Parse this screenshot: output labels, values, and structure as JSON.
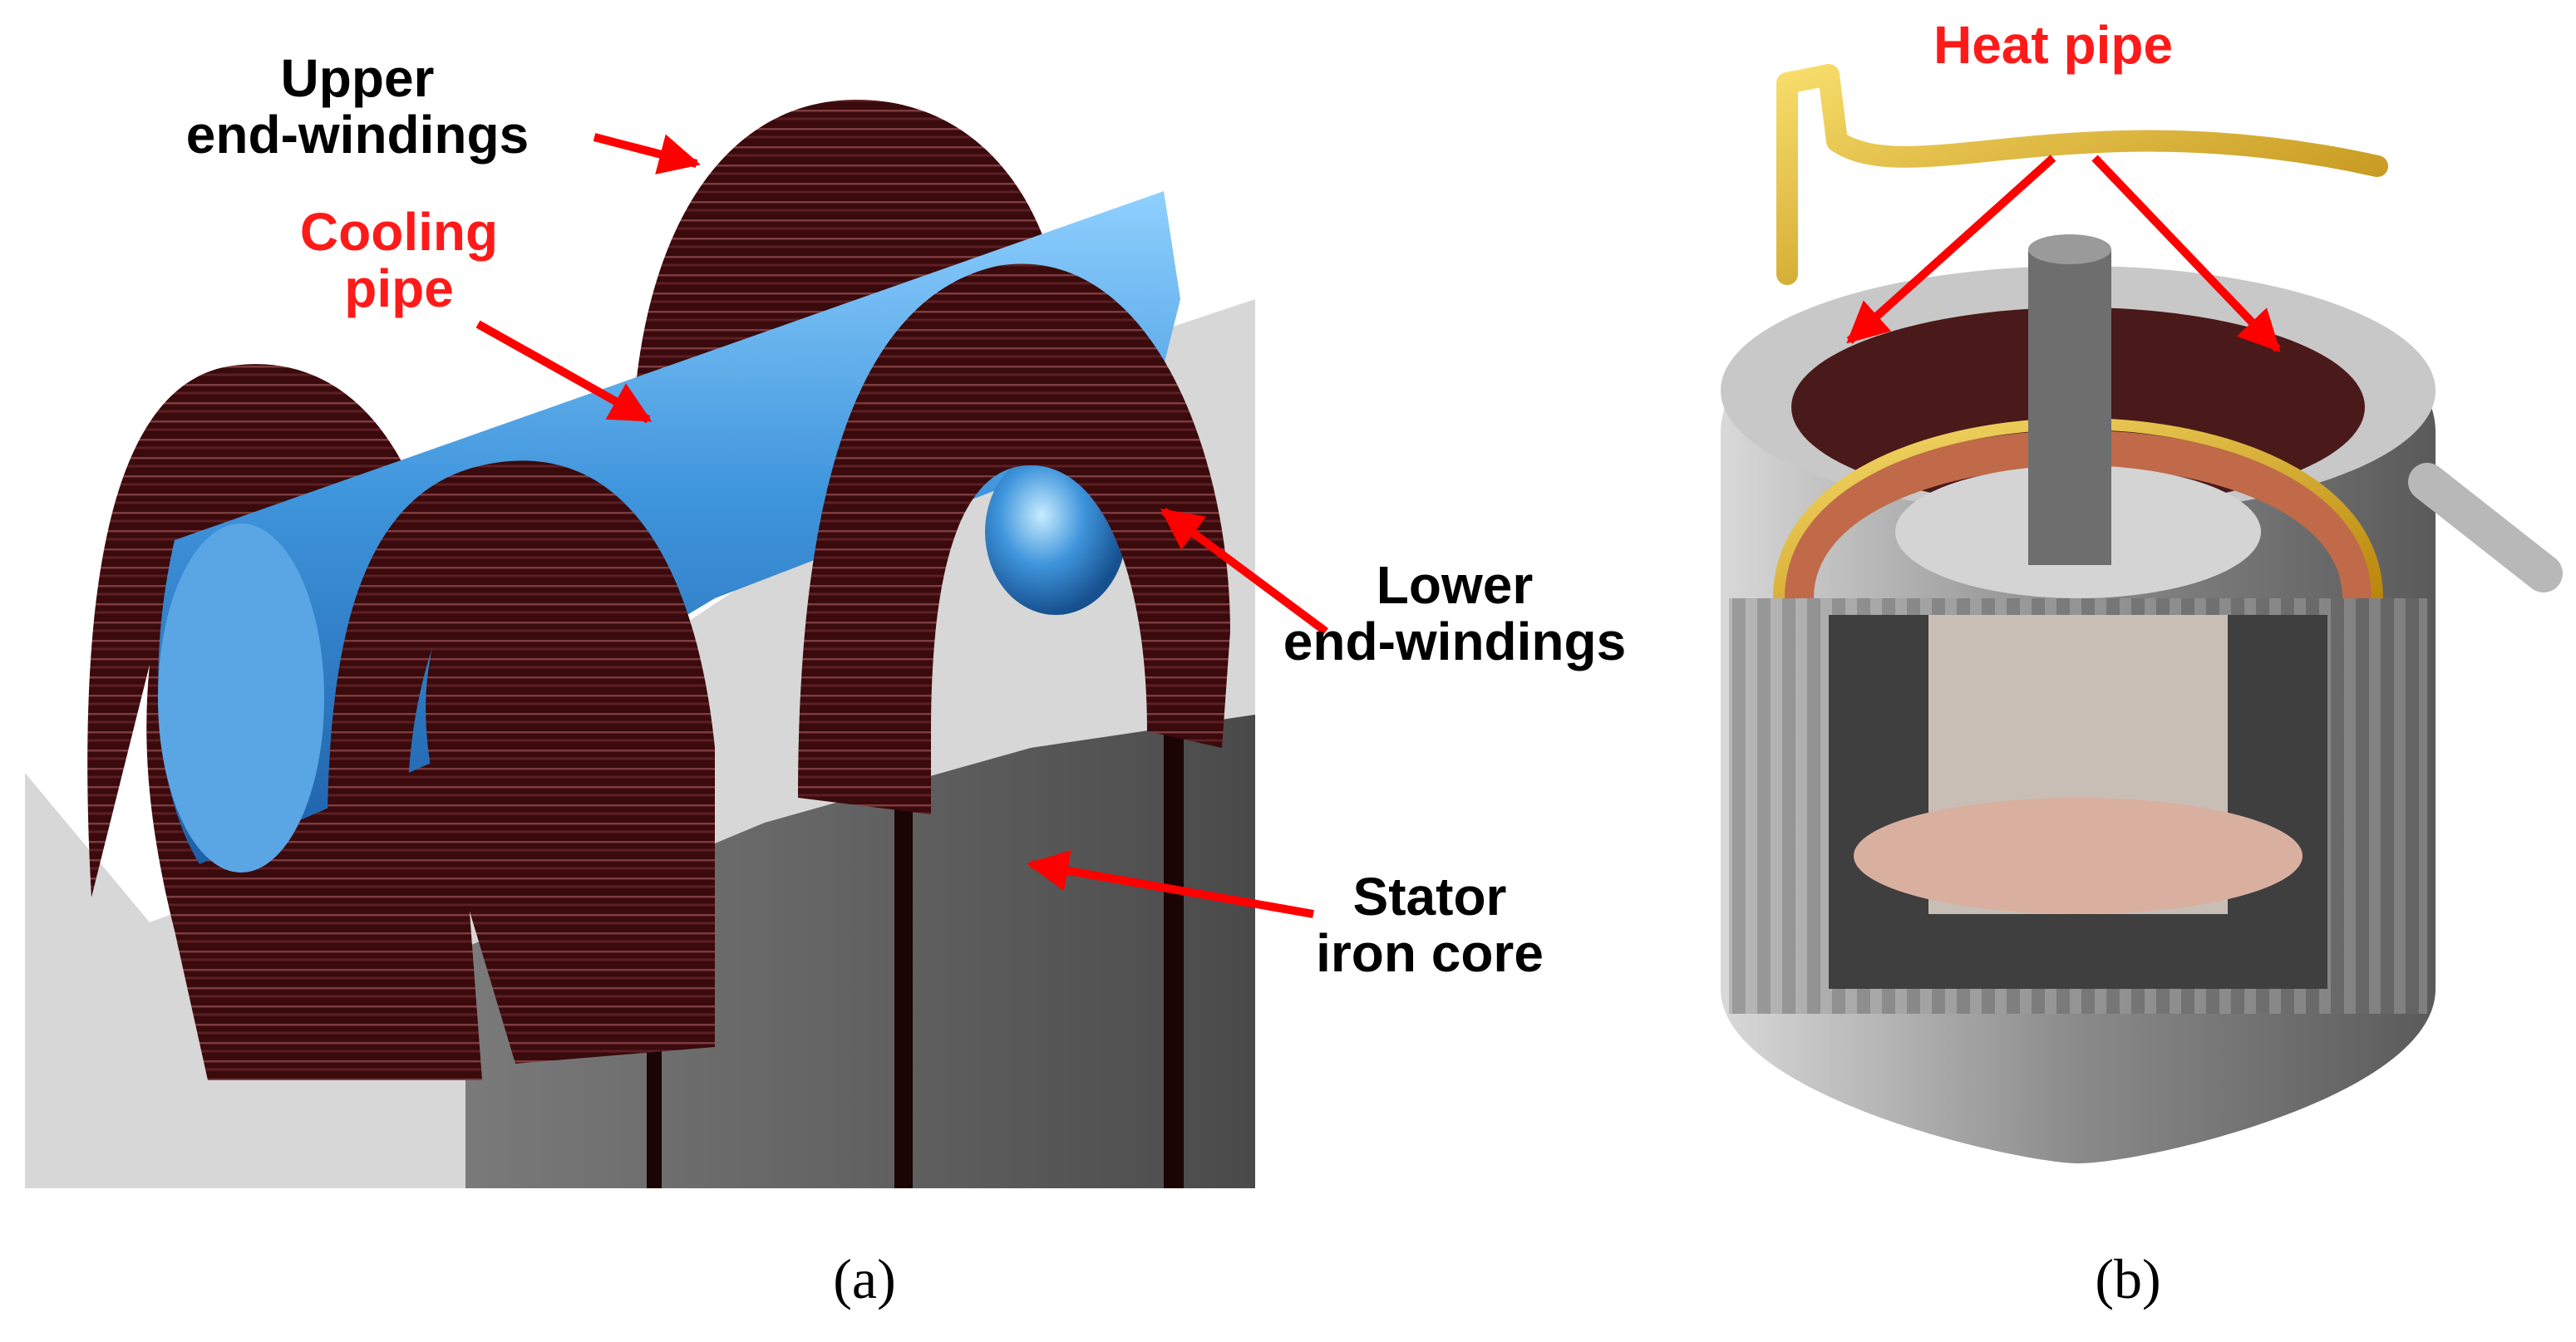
{
  "panel_a": {
    "caption": "(a)",
    "labels": {
      "upper_line1": "Upper",
      "upper_line2": "end-windings",
      "cooling_line1": "Cooling",
      "cooling_line2": "pipe",
      "lower_line1": "Lower",
      "lower_line2": "end-windings",
      "stator_line1": "Stator",
      "stator_line2": "iron core"
    }
  },
  "panel_b": {
    "caption": "(b)",
    "labels": {
      "heat_pipe": "Heat pipe"
    }
  },
  "colors": {
    "label_black": "#000000",
    "label_red": "#ff1a1a",
    "arrow_red": "#ff0000",
    "winding": "#3a0a0c",
    "cooling_pipe": "#3f95dc",
    "core_grey": "#5f5f5f",
    "heat_pipe_gold": "#e0b21a",
    "copper": "#c06a4a"
  }
}
